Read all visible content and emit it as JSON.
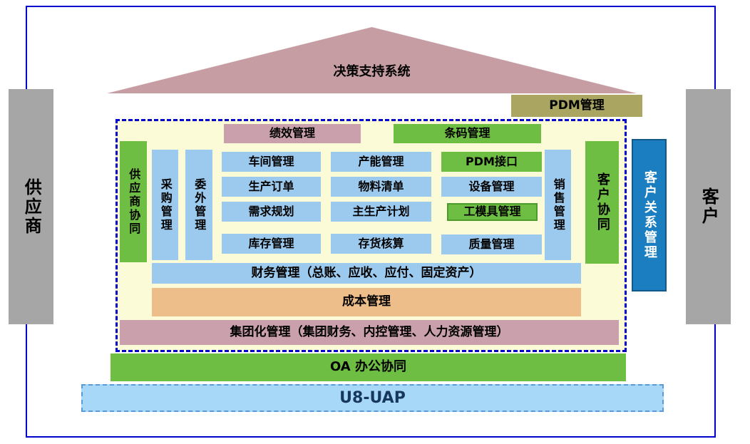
{
  "roof": {
    "label": "决策支持系统"
  },
  "top": {
    "pdm": "PDM管理"
  },
  "sides": {
    "supplier": "供应商",
    "customer": "客户",
    "crm": "客户关系管理"
  },
  "inner": {
    "performance": "绩效管理",
    "barcode": "条码管理",
    "supplier_collab": "供应商协同",
    "purchase": "采购管理",
    "outsource": "委外管理",
    "sales": "销售管理",
    "customer_collab": "客户协同",
    "finance": "财务管理（总账、应收、应付、固定资产）",
    "cost": "成本管理",
    "group": "集团化管理（集团财务、内控管理、人力资源管理）"
  },
  "modules": [
    {
      "label": "车间管理"
    },
    {
      "label": "产能管理"
    },
    {
      "label": "PDM接口"
    },
    {
      "label": "生产订单"
    },
    {
      "label": "物料清单"
    },
    {
      "label": "设备管理"
    },
    {
      "label": "需求规划"
    },
    {
      "label": "主生产计划"
    },
    {
      "label": "工模具管理"
    },
    {
      "label": "库存管理"
    },
    {
      "label": "存货核算"
    },
    {
      "label": "质量管理"
    }
  ],
  "bottom": {
    "oa": "OA 办公协同",
    "uap": "U8-UAP"
  },
  "colors": {
    "module_blue": "#9ccaee",
    "green": "#6fbe44",
    "pink": "#c9a0ab",
    "roof_rose": "#c59da3",
    "olive": "#aaa662",
    "side_gray": "#a6a6a6",
    "cost_orange": "#eebe8a",
    "crm_blue": "#1b7ec0",
    "uap_blue": "#a8d8f8",
    "border_blue": "#0000cd",
    "area_yellow": "#fbfbd8"
  }
}
